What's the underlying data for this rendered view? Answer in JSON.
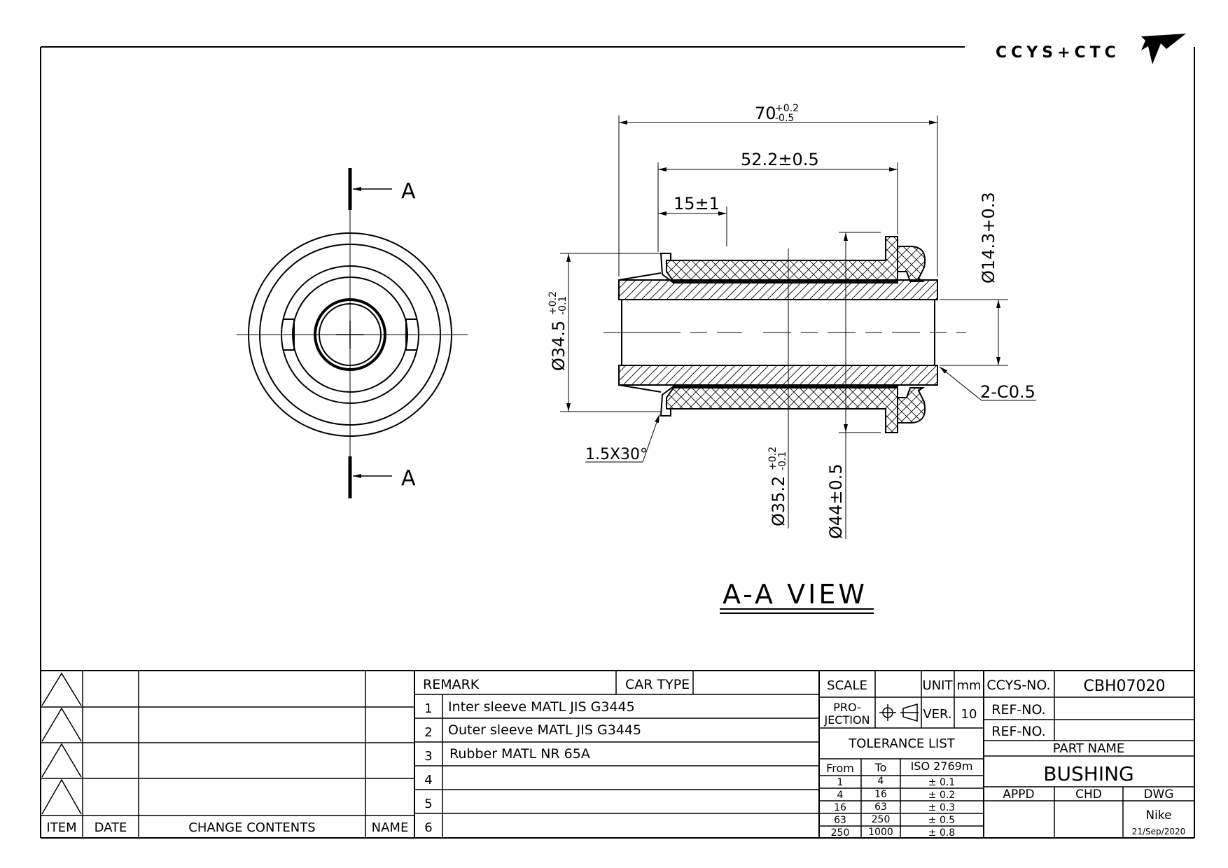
{
  "header": {
    "company": "CCYS+CTC"
  },
  "drawing": {
    "section_label": "A",
    "view_title": "A-A VIEW",
    "dimensions": {
      "overall_length": "70",
      "overall_length_tol_upper": "+0.2",
      "overall_length_tol_lower": "-0.5",
      "sleeve_length": "52.2±0.5",
      "step_length": "15±1",
      "bore_dia": "Ø14.3+0.3",
      "outer_dia": "Ø34.5",
      "outer_dia_tol_upper": "+0.2",
      "outer_dia_tol_lower": "-0.1",
      "sleeve_dia": "Ø35.2",
      "sleeve_dia_tol_upper": "+0.2",
      "sleeve_dia_tol_lower": "-0.1",
      "flange_dia": "Ø44±0.5",
      "chamfer_ends": "2-C0.5",
      "chamfer_edge": "1.5X30°"
    }
  },
  "revision_table": {
    "headers": [
      "ITEM",
      "DATE",
      "CHANGE CONTENTS",
      "NAME"
    ]
  },
  "remarks": {
    "header": "REMARK",
    "car_type_label": "CAR TYPE",
    "rows": [
      {
        "no": "1",
        "text": "Inter sleeve MATL JIS G3445"
      },
      {
        "no": "2",
        "text": "Outer sleeve MATL JIS G3445"
      },
      {
        "no": "3",
        "text": "Rubber MATL NR 65A"
      },
      {
        "no": "4",
        "text": ""
      },
      {
        "no": "5",
        "text": ""
      },
      {
        "no": "6",
        "text": ""
      }
    ]
  },
  "title_block": {
    "scale_label": "SCALE",
    "unit_label": "UNIT",
    "unit_value": "mm",
    "projection_label_1": "PRO-",
    "projection_label_2": "JECTION",
    "ver_label": "VER.",
    "ver_value": "10",
    "tolerance_title": "TOLERANCE LIST",
    "tol_headers": [
      "From",
      "To",
      "ISO 2769m"
    ],
    "tol_rows": [
      [
        "1",
        "4",
        "± 0.1"
      ],
      [
        "4",
        "16",
        "± 0.2"
      ],
      [
        "16",
        "63",
        "± 0.3"
      ],
      [
        "63",
        "250",
        "± 0.5"
      ],
      [
        "250",
        "1000",
        "± 0.8"
      ]
    ],
    "ccys_no_label": "CCYS-NO.",
    "ccys_no_value": "CBH07020",
    "ref_no_label": "REF-NO.",
    "part_name_label": "PART NAME",
    "part_name_value": "BUSHING",
    "appd_label": "APPD",
    "chd_label": "CHD",
    "dwg_label": "DWG",
    "dwg_name": "Nike",
    "dwg_date": "21/Sep/2020"
  }
}
